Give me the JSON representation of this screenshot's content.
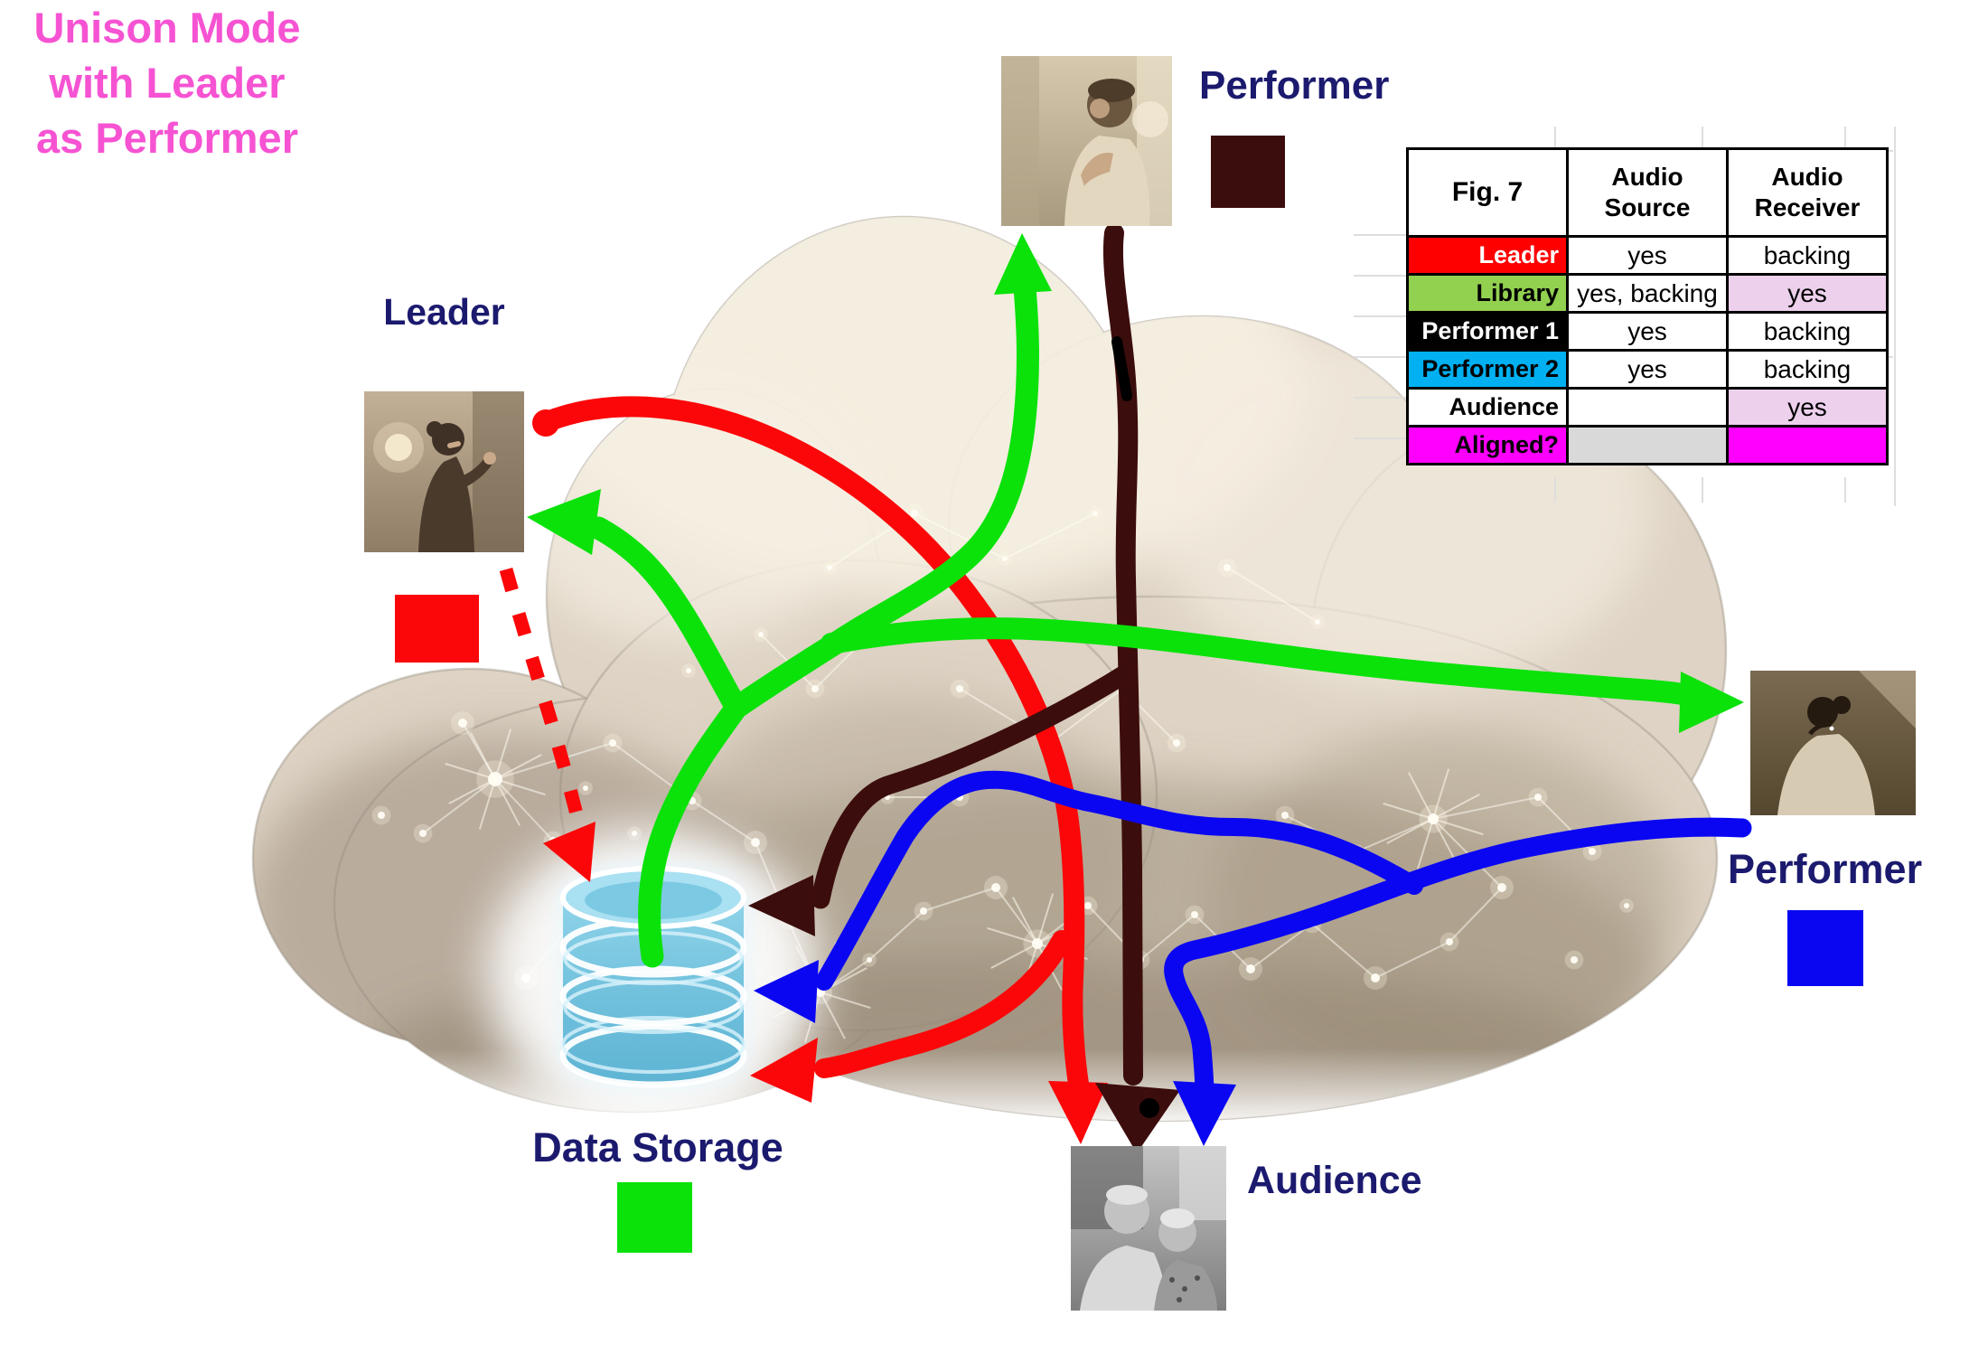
{
  "title": {
    "line1": "Unison Mode",
    "line2": "with Leader",
    "line3": "as Performer"
  },
  "labels": {
    "leader": "Leader",
    "performer_top": "Performer",
    "performer_right": "Performer",
    "audience": "Audience",
    "data_storage": "Data Storage"
  },
  "table": {
    "fig_label": "Fig. 7",
    "col_source": "Audio Source",
    "col_receiver": "Audio Receiver",
    "rows": [
      {
        "label": "Leader",
        "source": "yes",
        "receiver": "backing",
        "label_bg": "#ff0000",
        "label_fg": "#ffffff",
        "source_bg": "#ffffff",
        "receiver_bg": "#ffffff"
      },
      {
        "label": "Library",
        "source": "yes, backing",
        "receiver": "yes",
        "label_bg": "#92d050",
        "label_fg": "#000000",
        "source_bg": "#ffffff",
        "receiver_bg": "#ecd0ec"
      },
      {
        "label": "Performer 1",
        "source": "yes",
        "receiver": "backing",
        "label_bg": "#000000",
        "label_fg": "#ffffff",
        "source_bg": "#ffffff",
        "receiver_bg": "#ffffff"
      },
      {
        "label": "Performer 2",
        "source": "yes",
        "receiver": "backing",
        "label_bg": "#00b0f0",
        "label_fg": "#000000",
        "source_bg": "#ffffff",
        "receiver_bg": "#ffffff"
      },
      {
        "label": "Audience",
        "source": "",
        "receiver": "yes",
        "label_bg": "#ffffff",
        "label_fg": "#000000",
        "source_bg": "#ffffff",
        "receiver_bg": "#ecd0ec"
      },
      {
        "label": "Aligned?",
        "source": "",
        "receiver": "",
        "label_bg": "#ff00ff",
        "label_fg": "#000000",
        "source_bg": "#d9d9d9",
        "receiver_bg": "#ff00ff"
      }
    ]
  },
  "colors": {
    "title_text": "#f653d3",
    "node_label": "#1b1a6e",
    "leader_arrow": "#fb0709",
    "performer1_arrow": "#3c0d0d",
    "performer2_arrow": "#0a06f2",
    "storage_arrow": "#0ae20a",
    "legend_leader": "#fb0709",
    "legend_performer1": "#3c0d0d",
    "legend_performer2": "#0a06f2",
    "legend_storage": "#0ae20a"
  }
}
